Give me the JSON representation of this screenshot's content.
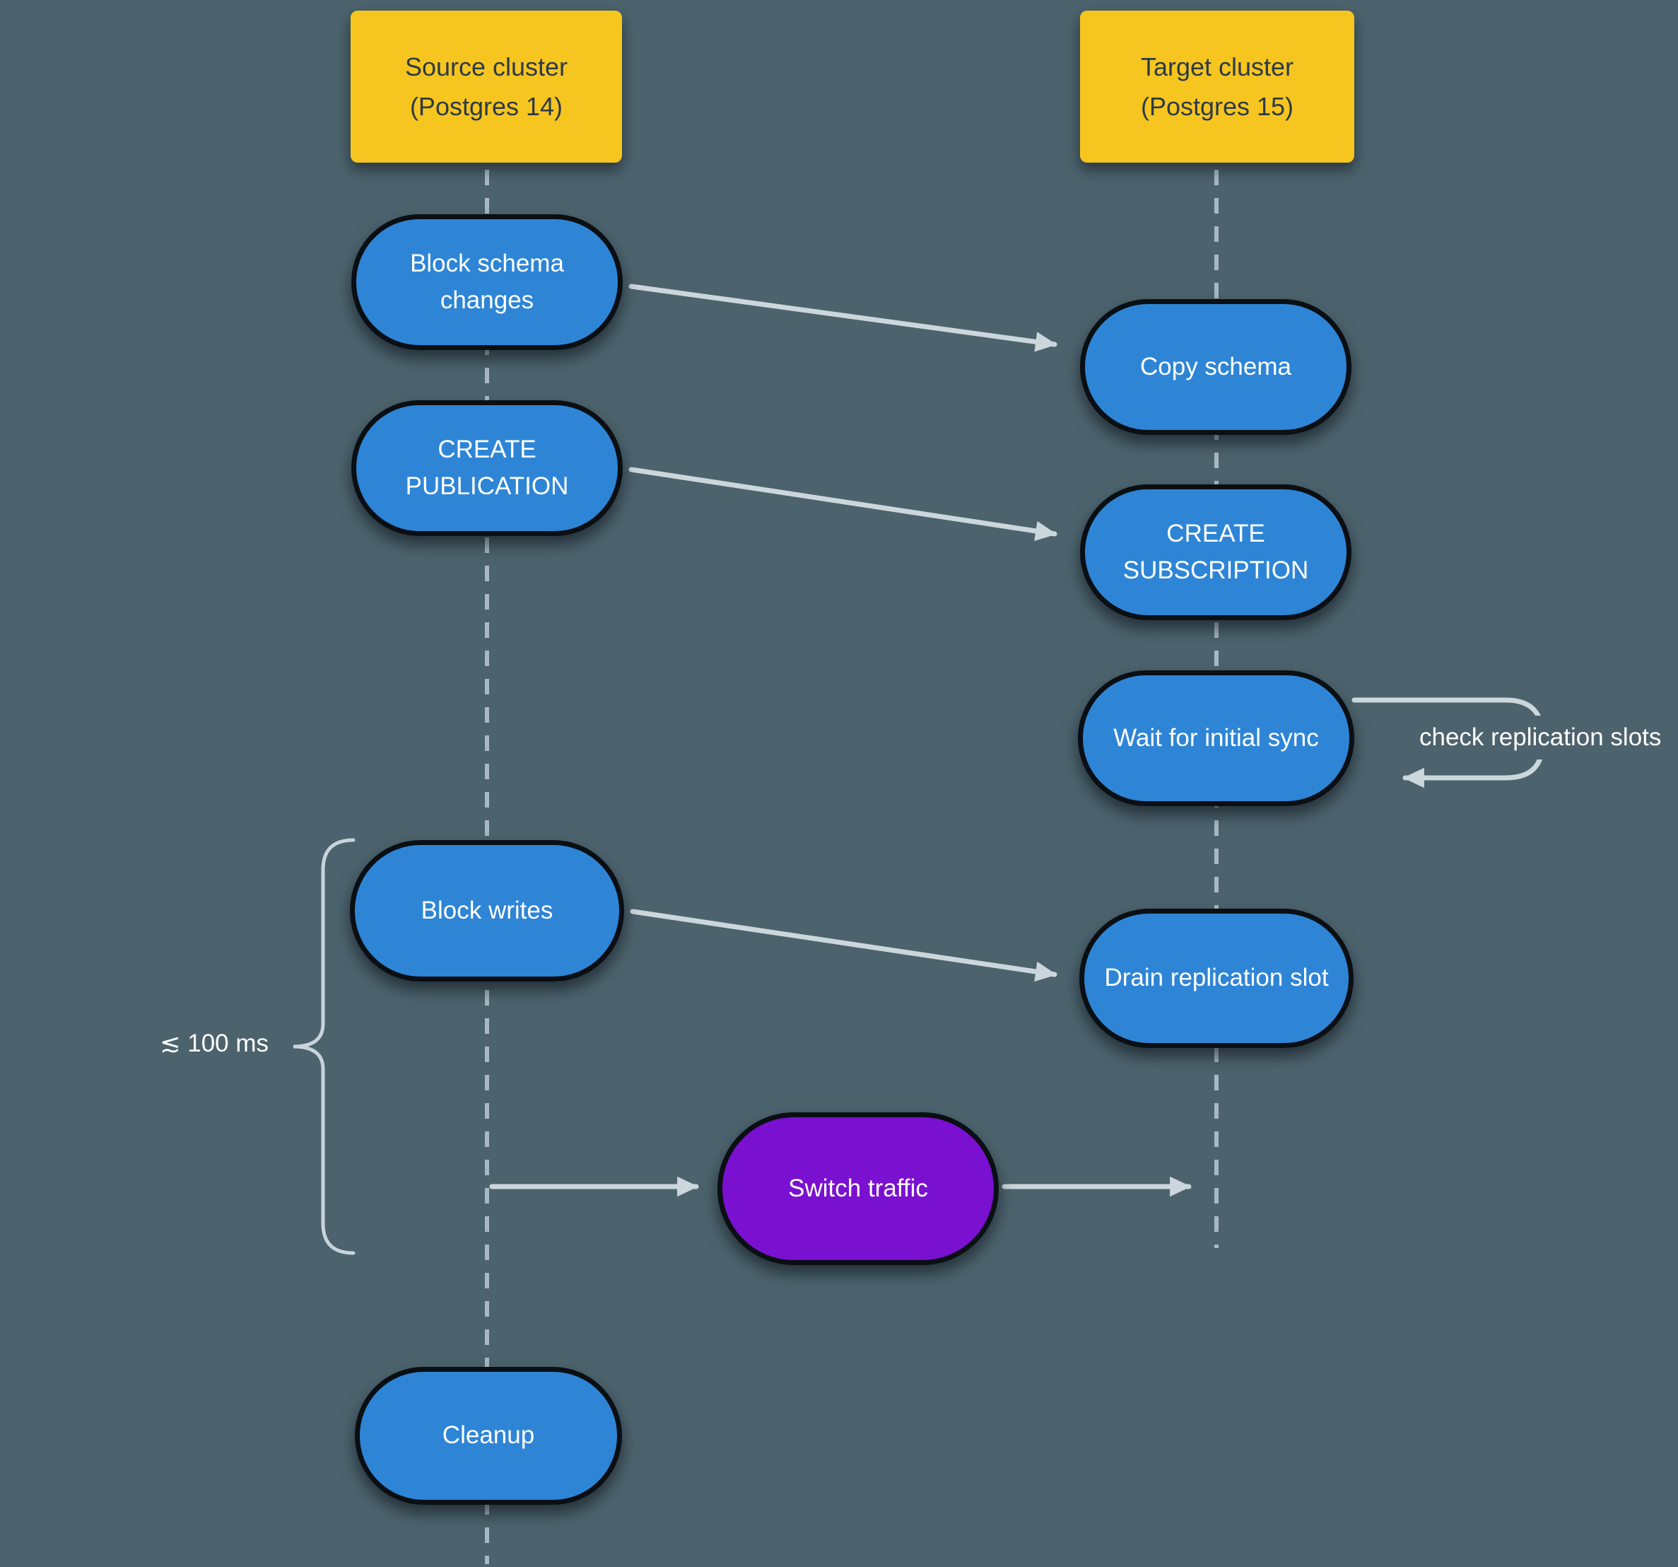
{
  "colors": {
    "background": "#4C636D",
    "node_blue": "#2E85D6",
    "node_purple": "#7A10D0",
    "header_yellow": "#F6C51F",
    "node_border": "#0A0F14",
    "header_text": "#2D3A48",
    "node_text": "#FFFFFF",
    "arrow_gray": "#CBD7DD",
    "lifeline_gray": "#A8B9C4",
    "brace_gray": "#C9D4DA"
  },
  "headers": {
    "source": {
      "label": "Source cluster\n(Postgres 14)"
    },
    "target": {
      "label": "Target cluster\n(Postgres 15)"
    }
  },
  "nodes": {
    "block_schema_changes": {
      "label": "Block schema\nchanges"
    },
    "create_publication": {
      "label": "CREATE\nPUBLICATION"
    },
    "copy_schema": {
      "label": "Copy schema"
    },
    "create_subscription": {
      "label": "CREATE\nSUBSCRIPTION"
    },
    "wait_initial_sync": {
      "label": "Wait for initial sync"
    },
    "block_writes": {
      "label": "Block writes"
    },
    "drain_replication_slot": {
      "label": "Drain replication slot"
    },
    "switch_traffic": {
      "label": "Switch traffic"
    },
    "cleanup": {
      "label": "Cleanup"
    }
  },
  "annotations": {
    "loop_label": "check replication slots",
    "latency_label": "≲ 100 ms"
  },
  "edges": [
    {
      "from": "block_schema_changes",
      "to": "copy_schema"
    },
    {
      "from": "create_publication",
      "to": "create_subscription"
    },
    {
      "from": "wait_initial_sync",
      "to": "wait_initial_sync",
      "label": "check replication slots"
    },
    {
      "from": "block_writes",
      "to": "drain_replication_slot"
    },
    {
      "from": "source_lifeline",
      "to": "switch_traffic"
    },
    {
      "from": "switch_traffic",
      "to": "target_lifeline"
    },
    {
      "brace": "block_writes..switch_traffic",
      "label": "≲ 100 ms"
    }
  ]
}
